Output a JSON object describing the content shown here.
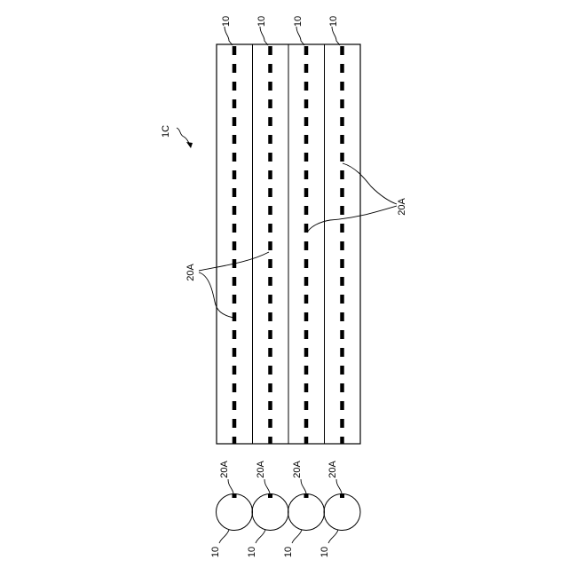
{
  "figure": {
    "label": "1C",
    "line_color": "#000000",
    "top_labels": [
      "10",
      "10",
      "10",
      "10"
    ],
    "callout_left": "20A",
    "callout_right": "20A",
    "end_view": {
      "labels_20a": [
        "20A",
        "20A",
        "20A",
        "20A"
      ],
      "labels_10": [
        "10",
        "10",
        "10",
        "10"
      ]
    }
  }
}
